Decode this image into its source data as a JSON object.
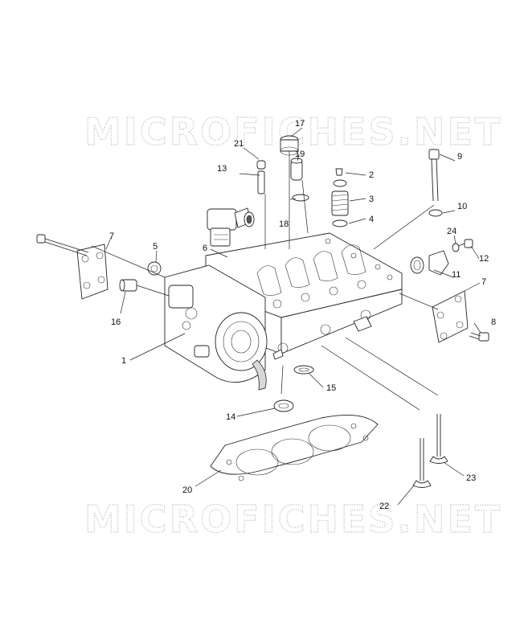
{
  "watermark": {
    "top_text": "MICROFICHES.NET",
    "bottom_text": "MICROFICHES.NET"
  },
  "callouts": {
    "c1": "1",
    "c2": "2",
    "c3": "3",
    "c4": "4",
    "c5": "5",
    "c6": "6",
    "c7a": "7",
    "c7b": "7",
    "c8": "8",
    "c9": "9",
    "c10": "10",
    "c11": "11",
    "c12": "12",
    "c13": "13",
    "c14": "14",
    "c15": "15",
    "c16": "16",
    "c17": "17",
    "c18": "18",
    "c19": "19",
    "c20": "20",
    "c21": "21",
    "c22": "22",
    "c23": "23",
    "c24": "24"
  }
}
